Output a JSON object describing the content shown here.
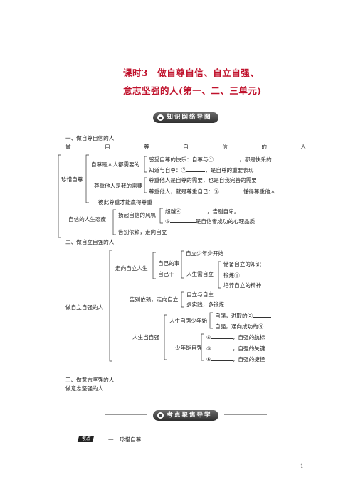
{
  "title": {
    "line1": "课时3　做自尊自信、自立自强、",
    "line2": "意志坚强的人(第一、二、三单元)"
  },
  "banner_map": "知识网络导图",
  "banner_focus": "考点聚焦导学",
  "s1": {
    "heading": "一、做自尊自信的人",
    "spread": [
      "做",
      "自",
      "尊",
      "自",
      "信",
      "的",
      "人"
    ],
    "cherish": "珍惜自尊",
    "needed": "自尊是人人都需要的",
    "feel": "感受自尊的快乐：自尊与①",
    "feel_end": "，都是快乐的",
    "know": "知道与自尊：②",
    "know_end": "，是自尊的重要表现",
    "respect": "尊重他人是我的需要",
    "r1": "尊重他人是自尊的需要，也是自我完善的需要",
    "r2": "尊重他人，就是尊重自己：③",
    "r2_end": "懂得尊重他人",
    "mutual": "彼此尊重才能赢得尊重",
    "attitude": "自信的人生态度",
    "sail": "扬起自信的风帆",
    "s4": "超越④",
    "s4_end": "，告别自卑。",
    "s5": "⑤",
    "s5_end": "是自信者成功的心理品质",
    "depend": "告别依赖，走向自立"
  },
  "s2": {
    "heading": "二、做自立自强的人",
    "root": "做自立自强的人",
    "road": "走向自立人生",
    "own": "自己的事",
    "self_do": "自己干",
    "young": "自立少年少开始",
    "need": "人生需自立",
    "n1": "储备自立的知识",
    "n2": "锻炼①",
    "n3": "培养自立的精神",
    "farewell": "告别依赖，走向自立",
    "f1": "自立与自主",
    "f2": "多实践，多锻炼",
    "strong": "人生当自强",
    "strong_young": "人生自强少年始",
    "st1": "自强，进取的②",
    "st2": "自强，通向成功的③",
    "can": "少年能自强",
    "c1": "④",
    "c1_end": "，自强的航标",
    "c2": "⑤",
    "c2_end": "，自强的关键",
    "c3": "⑥",
    "c3_end": "，自强的捷径"
  },
  "s3": {
    "heading": "三、做意志坚强的人",
    "line": "做意志坚强的人"
  },
  "focus": {
    "tag": "考点",
    "num": "一",
    "item": "珍惜自尊"
  },
  "page_number": "1"
}
